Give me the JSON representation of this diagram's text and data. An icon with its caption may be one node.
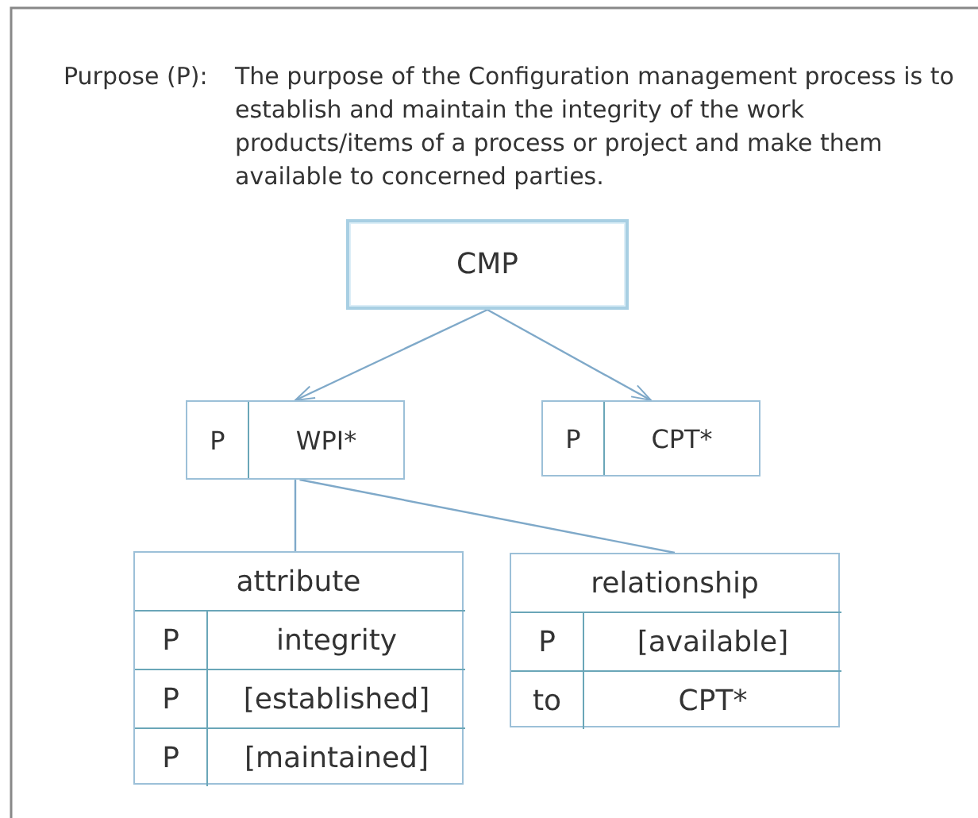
{
  "diagram": {
    "nodes": [
      {
        "text": [
          "CMP"
        ]
      },
      {
        "text": [
          "P",
          "WPI*"
        ]
      },
      {
        "text": [
          "P",
          "CPT*"
        ]
      },
      {
        "text": [
          "attribute"
        ]
      },
      {
        "text": [
          "P",
          "integrity"
        ],
        "in": 3
      },
      {
        "text": [
          "P",
          "[established]"
        ],
        "in": 3
      },
      {
        "text": [
          "P",
          "[maintained]"
        ],
        "in": 3
      },
      {
        "text": [
          "relationship"
        ]
      },
      {
        "text": [
          "P",
          "[available]"
        ],
        "in": 7
      },
      {
        "text": [
          "to",
          "CPT*"
        ],
        "in": 7
      }
    ],
    "edges": [
      {
        "from": 0,
        "to": 1,
        "arrow": "to"
      },
      {
        "from": 0,
        "to": 2,
        "arrow": "to"
      },
      {
        "from": 1,
        "to": 3,
        "arrow": "none"
      },
      {
        "from": 1,
        "to": 7,
        "arrow": "none"
      }
    ],
    "labels": [
      "Purpose (P):",
      "The purpose of the Configuration management process is to establish and maintain the integrity of the work products/items of a process or project and make them available to concerned parties."
    ]
  }
}
